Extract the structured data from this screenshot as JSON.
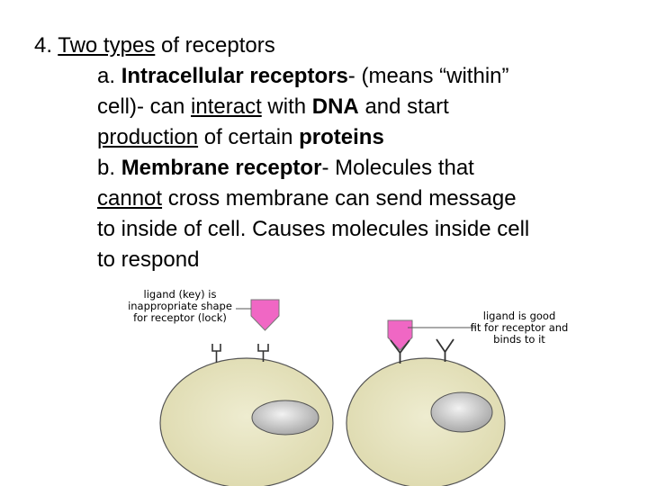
{
  "heading": {
    "number": "4.",
    "two_types": "Two types",
    "rest": "of receptors"
  },
  "item_a": {
    "marker": "a.",
    "title": "Intracellular receptors",
    "after_title": "- (means “within”",
    "line2_a": "cell)- can",
    "line2_interact": "interact",
    "line2_b": "with",
    "line2_dna": "DNA",
    "line2_c": "and start",
    "line3_production": "production",
    "line3_a": "of certain",
    "line3_proteins": "proteins"
  },
  "item_b": {
    "marker": "b.",
    "title": "Membrane receptor",
    "after_title": "- Molecules that",
    "line2_cannot": "cannot",
    "line2_rest": "cross membrane can send message",
    "line3": "to inside of cell.  Causes molecules inside cell",
    "line4": "to respond"
  },
  "diagram": {
    "left_label": [
      "ligand (key) is",
      "inappropriate shape",
      "for receptor (lock)"
    ],
    "right_label": [
      "ligand is good",
      "fit for receptor and",
      "binds to it"
    ],
    "colors": {
      "cell_fill": "#e9e7c3",
      "nucleus_fill": "#cfcfcf",
      "ligand": "#f067c4"
    }
  }
}
